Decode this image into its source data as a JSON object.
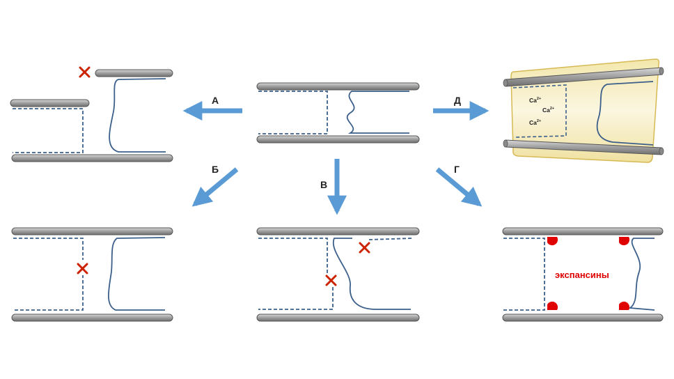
{
  "arrows": {
    "a": "А",
    "b": "Б",
    "v": "В",
    "g": "Г",
    "d": "Д"
  },
  "calcium": {
    "ion": "Ca",
    "charge": "2+"
  },
  "expansins_label": "экспансины",
  "colors": {
    "rail_fill": "#9a9a9a",
    "rail_stroke": "#555555",
    "fiber": "#3b5f8a",
    "arrow": "#5b9bd5",
    "cross": "#cc2200",
    "expansin": "#e00000",
    "tube_fill": "#f6eec2",
    "tube_stroke": "#d4b64a"
  }
}
